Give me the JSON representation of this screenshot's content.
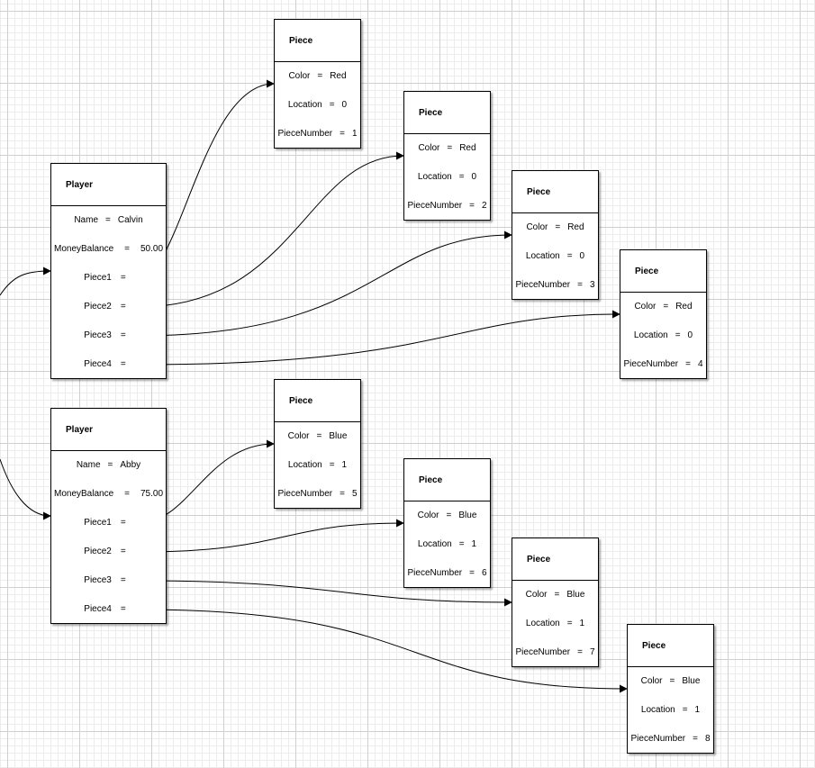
{
  "players": [
    {
      "title": "Player",
      "name_label": "Name",
      "name_value": "Calvin",
      "balance_label": "MoneyBalance",
      "balance_value": "50.00",
      "piece_labels": [
        "Piece1",
        "Piece2",
        "Piece3",
        "Piece4"
      ]
    },
    {
      "title": "Player",
      "name_label": "Name",
      "name_value": "Abby",
      "balance_label": "MoneyBalance",
      "balance_value": "75.00",
      "piece_labels": [
        "Piece1",
        "Piece2",
        "Piece3",
        "Piece4"
      ]
    }
  ],
  "equals": "=",
  "pieces": [
    {
      "title": "Piece",
      "color_label": "Color",
      "color": "Red",
      "location_label": "Location",
      "location": "0",
      "number_label": "PieceNumber",
      "number": "1"
    },
    {
      "title": "Piece",
      "color_label": "Color",
      "color": "Red",
      "location_label": "Location",
      "location": "0",
      "number_label": "PieceNumber",
      "number": "2"
    },
    {
      "title": "Piece",
      "color_label": "Color",
      "color": "Red",
      "location_label": "Location",
      "location": "0",
      "number_label": "PieceNumber",
      "number": "3"
    },
    {
      "title": "Piece",
      "color_label": "Color",
      "color": "Red",
      "location_label": "Location",
      "location": "0",
      "number_label": "PieceNumber",
      "number": "4"
    },
    {
      "title": "Piece",
      "color_label": "Color",
      "color": "Blue",
      "location_label": "Location",
      "location": "1",
      "number_label": "PieceNumber",
      "number": "5"
    },
    {
      "title": "Piece",
      "color_label": "Color",
      "color": "Blue",
      "location_label": "Location",
      "location": "1",
      "number_label": "PieceNumber",
      "number": "6"
    },
    {
      "title": "Piece",
      "color_label": "Color",
      "color": "Blue",
      "location_label": "Location",
      "location": "1",
      "number_label": "PieceNumber",
      "number": "7"
    },
    {
      "title": "Piece",
      "color_label": "Color",
      "color": "Blue",
      "location_label": "Location",
      "location": "1",
      "number_label": "PieceNumber",
      "number": "8"
    }
  ],
  "colors": {
    "stroke": "#000000",
    "grid_major": "#d0d0d0",
    "grid_minor": "#ececec",
    "background": "#ffffff"
  }
}
